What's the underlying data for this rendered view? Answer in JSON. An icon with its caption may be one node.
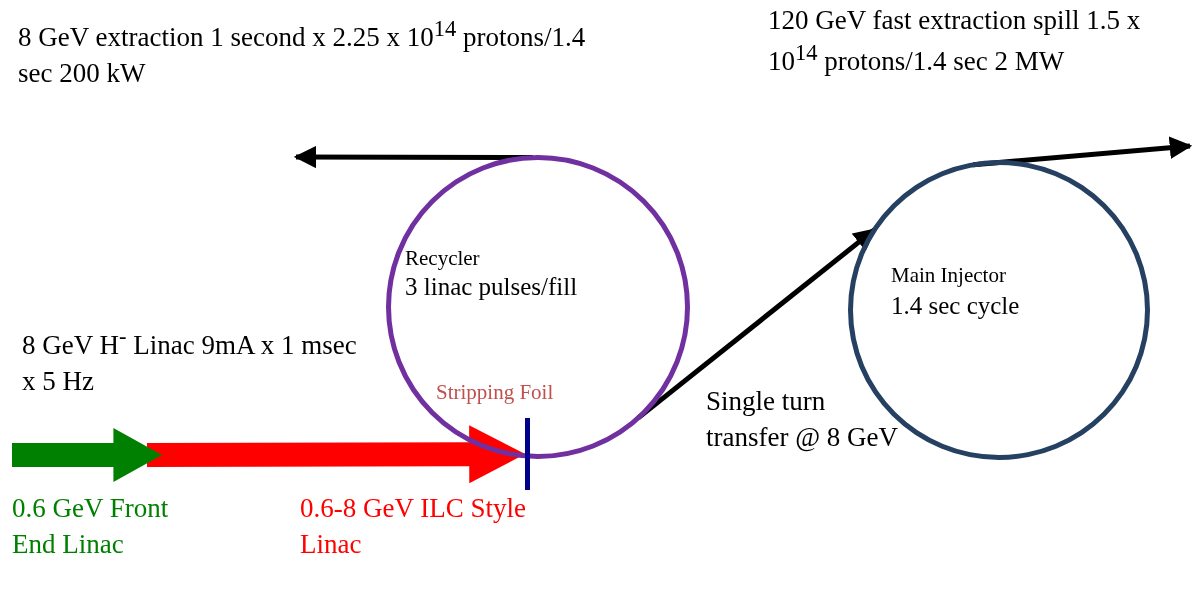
{
  "diagram": {
    "nodes": [
      {
        "text": [
          "Recycler",
          "3 linac pulses/fill"
        ]
      },
      {
        "text": [
          "Main Injector",
          "1.4 sec cycle"
        ]
      },
      {
        "text": [
          "0.6 GeV Front End Linac"
        ]
      },
      {
        "text": [
          "Stripping Foil"
        ]
      }
    ],
    "edges": [
      {
        "from": 0,
        "to": null,
        "arrow": "to",
        "label": "8 GeV extraction 1 second x 2.25 x 10$^{14}$ protons/1.4 sec 200 kW"
      },
      {
        "from": 0,
        "to": 1,
        "arrow": "to",
        "label": "Single turn transfer @ 8 GeV"
      },
      {
        "from": 1,
        "to": null,
        "arrow": "to",
        "label": "120 GeV fast extraction spill 1.5 x 10$^{14}$ protons/1.4 sec 2 MW"
      },
      {
        "from": 2,
        "to": 3,
        "arrow": "to",
        "label": "0.6-8 GeV ILC Style Linac",
        "style": "thick",
        "color": "#ff0000"
      }
    ],
    "labels": [
      "8 GeV H$^{-}$ Linac 9mA x 1 msec x 5 Hz"
    ]
  }
}
